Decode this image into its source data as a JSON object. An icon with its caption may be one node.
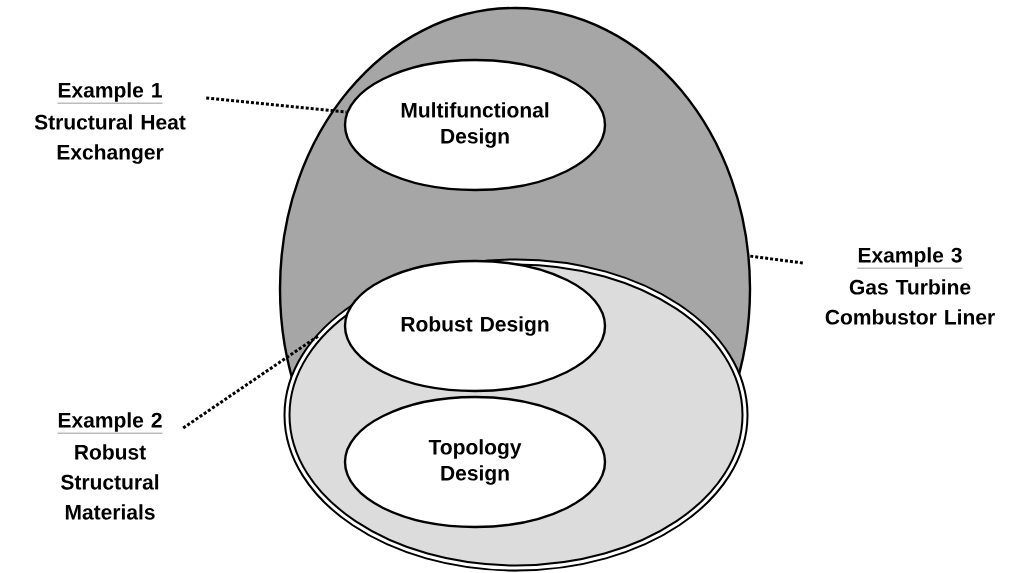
{
  "diagram": {
    "nodes": [
      {
        "text": [],
        "shape": "ellipse"
      },
      {
        "text": [
          "Multifunctional Design"
        ],
        "in": 0
      },
      {
        "text": [],
        "shape": "ellipse",
        "in": 0
      },
      {
        "text": [
          "Robust Design"
        ],
        "in": 2
      },
      {
        "text": [
          "Topology Design"
        ],
        "in": 2
      },
      {
        "text": [
          "Example 1",
          "Structural Heat Exchanger"
        ]
      },
      {
        "text": [
          "Example 2",
          "Robust Structural Materials"
        ]
      },
      {
        "text": [
          "Example 3",
          "Gas Turbine Combustor Liner"
        ]
      }
    ],
    "edges": [
      {
        "from": 5,
        "to": 1,
        "arrow": "none",
        "style": "dashed"
      },
      {
        "from": 6,
        "to": 2,
        "arrow": "none",
        "style": "dashed"
      },
      {
        "from": 7,
        "to": 0,
        "arrow": "none",
        "style": "dashed"
      }
    ]
  }
}
